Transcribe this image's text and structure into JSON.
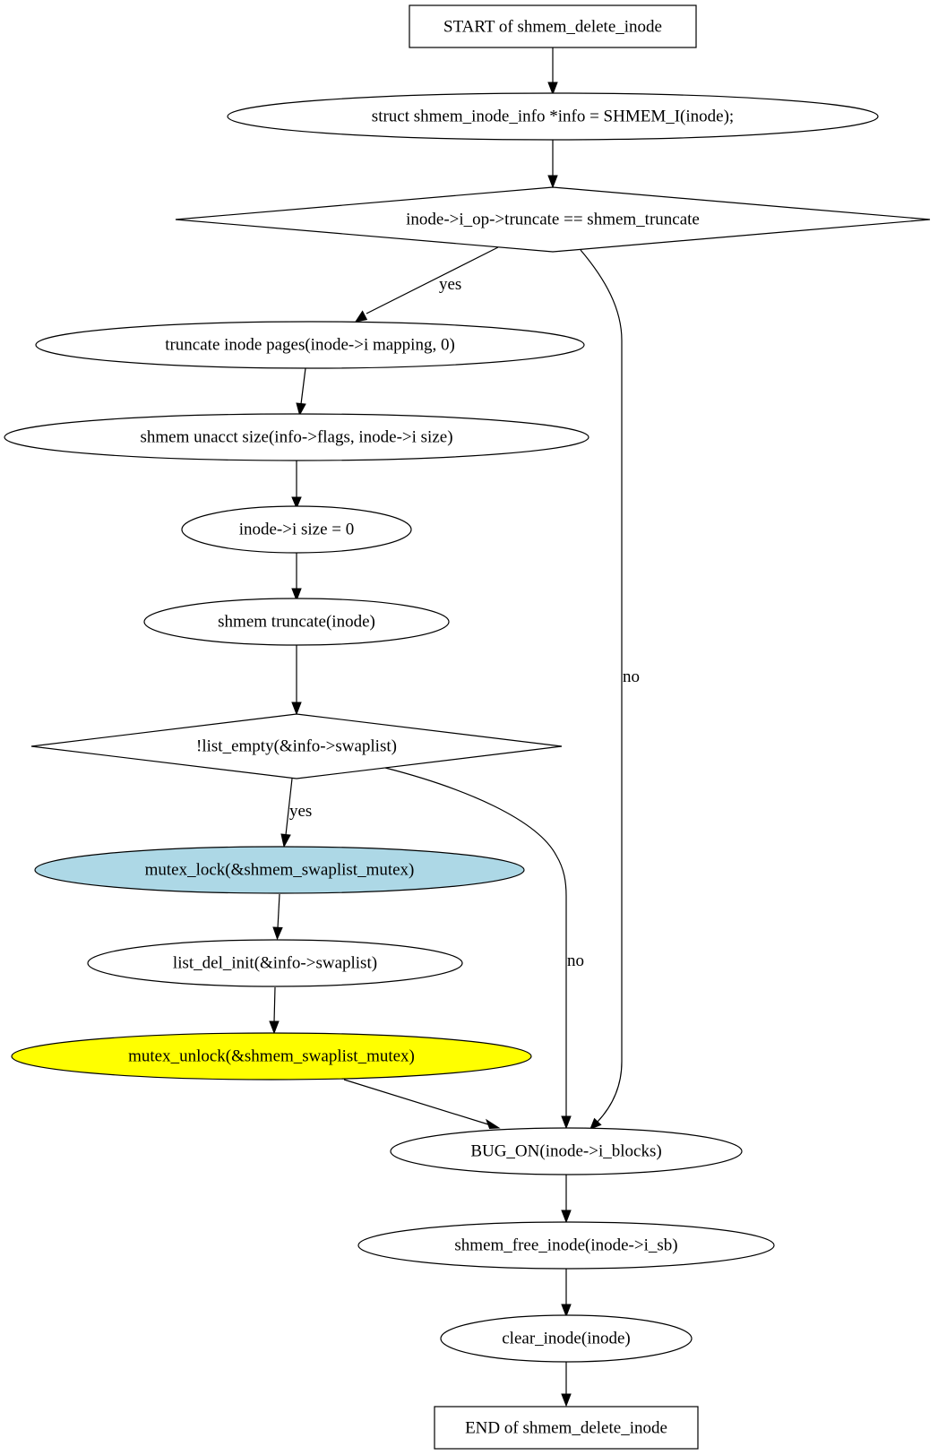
{
  "diagram": {
    "nodes": {
      "start": {
        "label": "START of shmem_delete_inode",
        "shape": "box",
        "fill": "#ffffff"
      },
      "info": {
        "label": "struct shmem_inode_info *info = SHMEM_I(inode);",
        "shape": "ellipse",
        "fill": "#ffffff"
      },
      "cond_truncate": {
        "label": "inode->i_op->truncate == shmem_truncate",
        "shape": "diamond",
        "fill": "#ffffff"
      },
      "truncate_pages": {
        "label": "truncate  inode  pages(inode->i  mapping, 0)",
        "shape": "ellipse",
        "fill": "#ffffff"
      },
      "unacct": {
        "label": "shmem  unacct  size(info->flags, inode->i  size)",
        "shape": "ellipse",
        "fill": "#ffffff"
      },
      "isize_zero": {
        "label": "inode->i  size = 0",
        "shape": "ellipse",
        "fill": "#ffffff"
      },
      "shmem_truncate": {
        "label": "shmem  truncate(inode)",
        "shape": "ellipse",
        "fill": "#ffffff"
      },
      "cond_swaplist": {
        "label": "!list_empty(&info->swaplist)",
        "shape": "diamond",
        "fill": "#ffffff"
      },
      "mutex_lock": {
        "label": "mutex_lock(&shmem_swaplist_mutex)",
        "shape": "ellipse",
        "fill": "#add8e6"
      },
      "list_del": {
        "label": "list_del_init(&info->swaplist)",
        "shape": "ellipse",
        "fill": "#ffffff"
      },
      "mutex_unlock": {
        "label": "mutex_unlock(&shmem_swaplist_mutex)",
        "shape": "ellipse",
        "fill": "#ffff00"
      },
      "bug_on": {
        "label": "BUG_ON(inode->i_blocks)",
        "shape": "ellipse",
        "fill": "#ffffff"
      },
      "free_inode": {
        "label": "shmem_free_inode(inode->i_sb)",
        "shape": "ellipse",
        "fill": "#ffffff"
      },
      "clear_inode": {
        "label": "clear_inode(inode)",
        "shape": "ellipse",
        "fill": "#ffffff"
      },
      "end": {
        "label": "END of shmem_delete_inode",
        "shape": "box",
        "fill": "#ffffff"
      }
    },
    "edges": [
      {
        "from": "start",
        "to": "info",
        "label": ""
      },
      {
        "from": "info",
        "to": "cond_truncate",
        "label": ""
      },
      {
        "from": "cond_truncate",
        "to": "truncate_pages",
        "label": "yes"
      },
      {
        "from": "cond_truncate",
        "to": "bug_on",
        "label": "no"
      },
      {
        "from": "truncate_pages",
        "to": "unacct",
        "label": ""
      },
      {
        "from": "unacct",
        "to": "isize_zero",
        "label": ""
      },
      {
        "from": "isize_zero",
        "to": "shmem_truncate",
        "label": ""
      },
      {
        "from": "shmem_truncate",
        "to": "cond_swaplist",
        "label": ""
      },
      {
        "from": "cond_swaplist",
        "to": "mutex_lock",
        "label": "yes"
      },
      {
        "from": "cond_swaplist",
        "to": "bug_on",
        "label": "no"
      },
      {
        "from": "mutex_lock",
        "to": "list_del",
        "label": ""
      },
      {
        "from": "list_del",
        "to": "mutex_unlock",
        "label": ""
      },
      {
        "from": "mutex_unlock",
        "to": "bug_on",
        "label": ""
      },
      {
        "from": "bug_on",
        "to": "free_inode",
        "label": ""
      },
      {
        "from": "free_inode",
        "to": "clear_inode",
        "label": ""
      },
      {
        "from": "clear_inode",
        "to": "end",
        "label": ""
      }
    ]
  }
}
